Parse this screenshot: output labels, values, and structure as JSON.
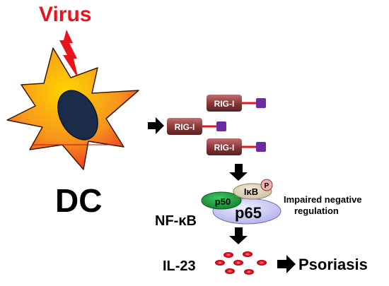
{
  "virus": {
    "label": "Virus",
    "color": "#e8141c"
  },
  "dc": {
    "label": "DC",
    "colors": [
      "#ffd400",
      "#f7941d",
      "#ed1c24"
    ],
    "nucleus": "#1b2b4a"
  },
  "rig": {
    "label": "RIG-I",
    "box_color": "#8b3a3a",
    "linker_color": "#e8141c",
    "domain_color": "#6b2ca0"
  },
  "nfkb": {
    "label": "NF-κB",
    "p50": "p50",
    "ikb": "IκB",
    "p": "P",
    "p65": "p65",
    "p50_color": "#1e9a3c",
    "ikb_color": "#ddd0b8",
    "p_color": "#f0b0b0",
    "p65_color": "#c8c8f4",
    "note_line1": "Impaired negative",
    "note_line2": "regulation"
  },
  "il23": {
    "label": "IL-23",
    "dot_color": "#ed1c24"
  },
  "outcome": {
    "label": "Psoriasis"
  }
}
